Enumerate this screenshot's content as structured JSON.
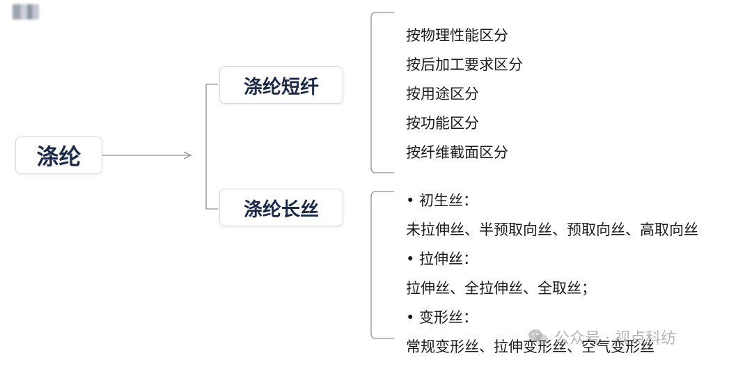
{
  "root": {
    "label": "涤纶"
  },
  "branches": [
    {
      "label": "涤纶短纤",
      "items": [
        "按物理性能区分",
        "按后加工要求区分",
        "按用途区分",
        "按功能区分",
        "按纤维截面区分"
      ]
    },
    {
      "label": "涤纶长丝",
      "items": [
        "• 初生丝：",
        "未拉伸丝、半预取向丝、预取向丝、高取向丝",
        "• 拉伸丝：",
        "拉伸丝、全拉伸丝、全取丝；",
        "• 变形丝：",
        "常规变形丝、拉伸变形丝、空气变形丝"
      ]
    }
  ],
  "watermark": {
    "text": "公众号 · 视点科纺",
    "icon": "wechat-icon"
  },
  "colors": {
    "line": "#8a8f99",
    "node_text": "#1b2a4a"
  }
}
